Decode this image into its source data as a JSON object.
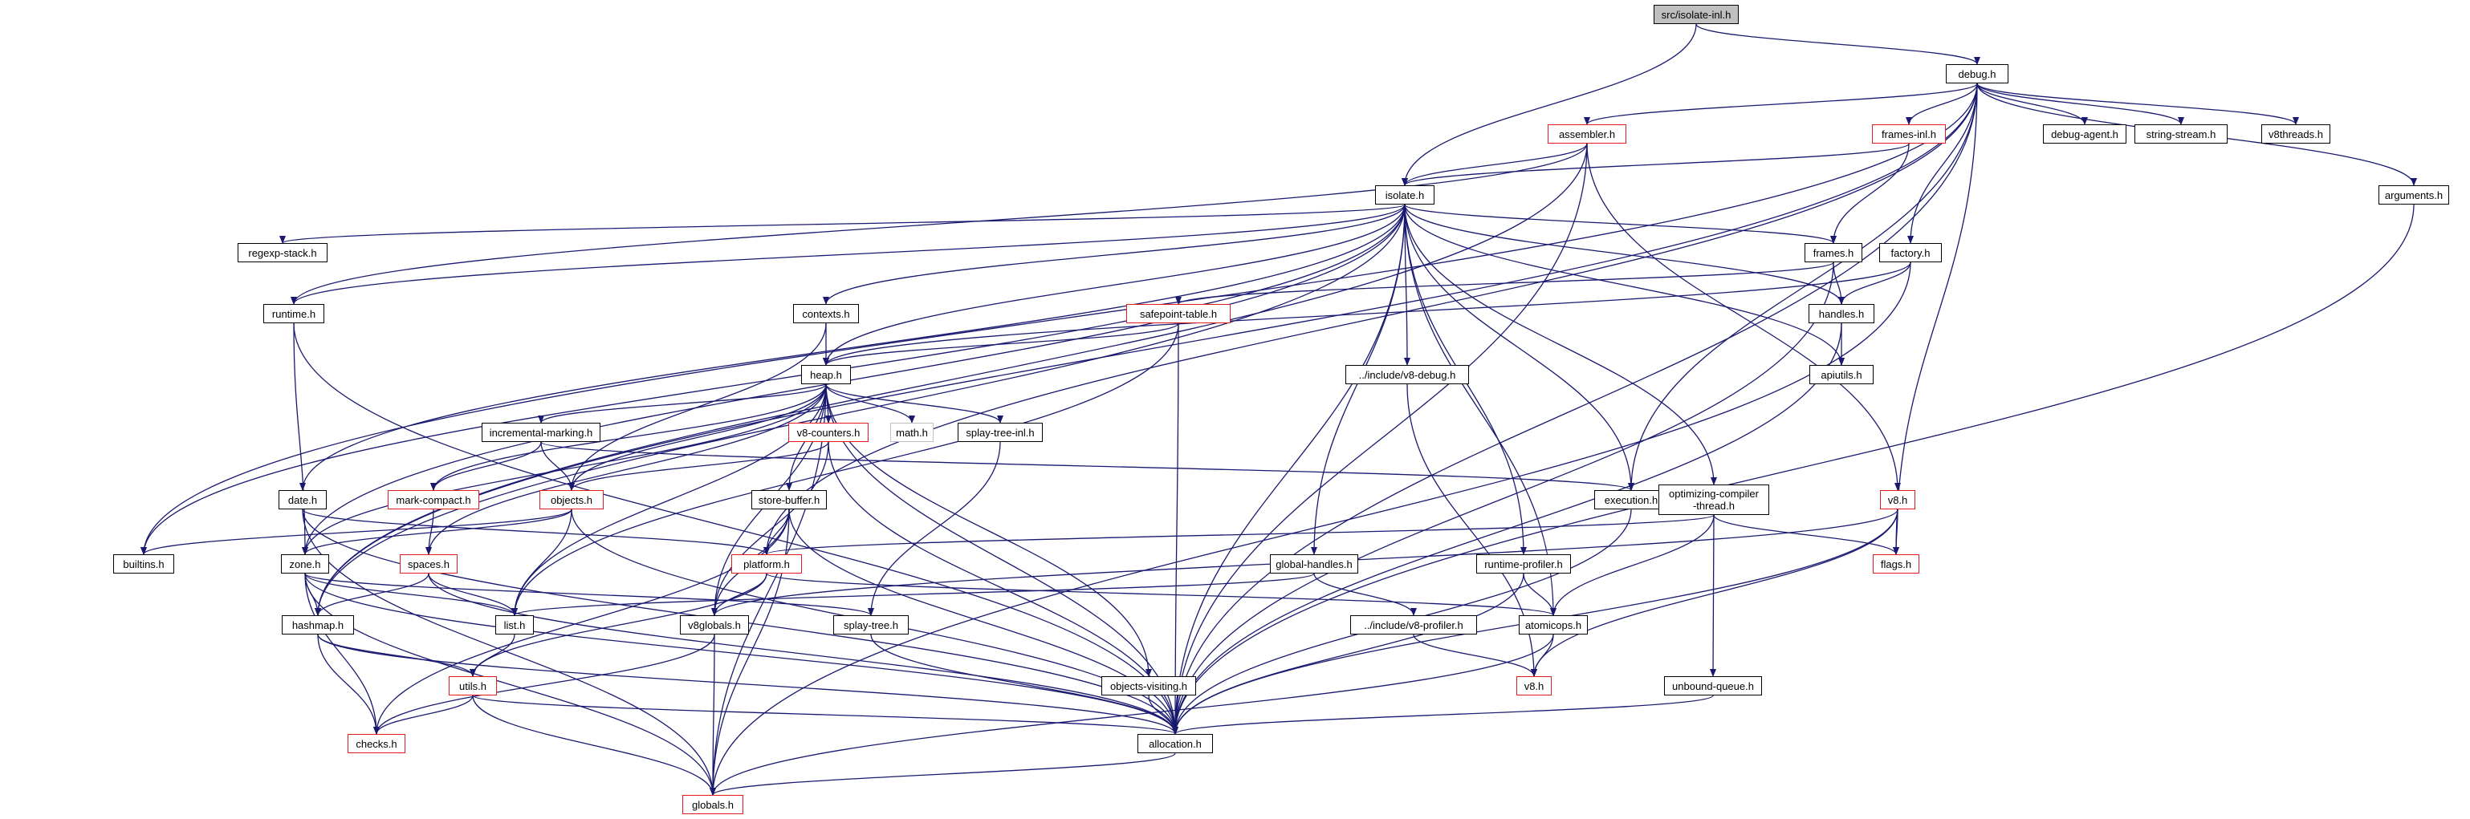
{
  "edge_color": "#191970",
  "nodes": [
    {
      "id": "root",
      "label": "src/isolate-inl.h",
      "style": "root"
    },
    {
      "id": "debug",
      "label": "debug.h",
      "style": "black"
    },
    {
      "id": "assembler",
      "label": "assembler.h",
      "style": "red"
    },
    {
      "id": "frames_inl",
      "label": "frames-inl.h",
      "style": "red"
    },
    {
      "id": "debug_agent",
      "label": "debug-agent.h",
      "style": "black"
    },
    {
      "id": "string_stream",
      "label": "string-stream.h",
      "style": "black"
    },
    {
      "id": "v8threads",
      "label": "v8threads.h",
      "style": "black"
    },
    {
      "id": "arguments",
      "label": "arguments.h",
      "style": "black"
    },
    {
      "id": "isolate",
      "label": "isolate.h",
      "style": "black"
    },
    {
      "id": "regexp_stack",
      "label": "regexp-stack.h",
      "style": "black"
    },
    {
      "id": "frames",
      "label": "frames.h",
      "style": "black"
    },
    {
      "id": "factory",
      "label": "factory.h",
      "style": "black"
    },
    {
      "id": "runtime",
      "label": "runtime.h",
      "style": "black"
    },
    {
      "id": "contexts",
      "label": "contexts.h",
      "style": "black"
    },
    {
      "id": "safepoint",
      "label": "safepoint-table.h",
      "style": "red"
    },
    {
      "id": "handles",
      "label": "handles.h",
      "style": "black"
    },
    {
      "id": "heap",
      "label": "heap.h",
      "style": "black"
    },
    {
      "id": "include_debug",
      "label": "../include/v8-debug.h",
      "style": "black"
    },
    {
      "id": "apiutils",
      "label": "apiutils.h",
      "style": "black"
    },
    {
      "id": "incremental",
      "label": "incremental-marking.h",
      "style": "black"
    },
    {
      "id": "v8counters",
      "label": "v8-counters.h",
      "style": "red"
    },
    {
      "id": "math",
      "label": "math.h",
      "style": "gray"
    },
    {
      "id": "splay_inl",
      "label": "splay-tree-inl.h",
      "style": "black"
    },
    {
      "id": "date",
      "label": "date.h",
      "style": "black"
    },
    {
      "id": "mark_compact",
      "label": "mark-compact.h",
      "style": "red"
    },
    {
      "id": "objects",
      "label": "objects.h",
      "style": "red"
    },
    {
      "id": "store_buffer",
      "label": "store-buffer.h",
      "style": "black"
    },
    {
      "id": "execution",
      "label": "execution.h",
      "style": "black"
    },
    {
      "id": "optimizing",
      "label": "optimizing-compiler\n-thread.h",
      "style": "black"
    },
    {
      "id": "v8",
      "label": "v8.h",
      "style": "red"
    },
    {
      "id": "builtins",
      "label": "builtins.h",
      "style": "black"
    },
    {
      "id": "zone",
      "label": "zone.h",
      "style": "black"
    },
    {
      "id": "spaces",
      "label": "spaces.h",
      "style": "red"
    },
    {
      "id": "platform",
      "label": "platform.h",
      "style": "red"
    },
    {
      "id": "global_handles",
      "label": "global-handles.h",
      "style": "black"
    },
    {
      "id": "runtime_profiler",
      "label": "runtime-profiler.h",
      "style": "black"
    },
    {
      "id": "flags",
      "label": "flags.h",
      "style": "red"
    },
    {
      "id": "hashmap",
      "label": "hashmap.h",
      "style": "black"
    },
    {
      "id": "list",
      "label": "list.h",
      "style": "black"
    },
    {
      "id": "v8globals",
      "label": "v8globals.h",
      "style": "black"
    },
    {
      "id": "splay",
      "label": "splay-tree.h",
      "style": "black"
    },
    {
      "id": "include_profiler",
      "label": "../include/v8-profiler.h",
      "style": "black"
    },
    {
      "id": "atomicops",
      "label": "atomicops.h",
      "style": "black"
    },
    {
      "id": "utils",
      "label": "utils.h",
      "style": "red"
    },
    {
      "id": "v8h",
      "label": "v8.h",
      "style": "red"
    },
    {
      "id": "objects_visiting",
      "label": "objects-visiting.h",
      "style": "black"
    },
    {
      "id": "unbound_queue",
      "label": "unbound-queue.h",
      "style": "black"
    },
    {
      "id": "checks",
      "label": "checks.h",
      "style": "red"
    },
    {
      "id": "allocation",
      "label": "allocation.h",
      "style": "black"
    },
    {
      "id": "globals",
      "label": "globals.h",
      "style": "red"
    }
  ],
  "edges": [
    [
      "root",
      "debug"
    ],
    [
      "root",
      "isolate"
    ],
    [
      "debug",
      "assembler"
    ],
    [
      "debug",
      "frames_inl"
    ],
    [
      "debug",
      "debug_agent"
    ],
    [
      "debug",
      "string_stream"
    ],
    [
      "debug",
      "v8threads"
    ],
    [
      "debug",
      "arguments"
    ],
    [
      "debug",
      "factory"
    ],
    [
      "debug",
      "execution"
    ],
    [
      "debug",
      "flags"
    ],
    [
      "debug",
      "allocation"
    ],
    [
      "debug",
      "hashmap"
    ],
    [
      "debug",
      "platform"
    ],
    [
      "debug",
      "builtins"
    ],
    [
      "assembler",
      "isolate"
    ],
    [
      "assembler",
      "allocation"
    ],
    [
      "assembler",
      "runtime"
    ],
    [
      "assembler",
      "v8"
    ],
    [
      "assembler",
      "hashmap"
    ],
    [
      "frames_inl",
      "isolate"
    ],
    [
      "frames_inl",
      "frames"
    ],
    [
      "arguments",
      "allocation"
    ],
    [
      "isolate",
      "regexp_stack"
    ],
    [
      "isolate",
      "runtime"
    ],
    [
      "isolate",
      "contexts"
    ],
    [
      "isolate",
      "frames"
    ],
    [
      "isolate",
      "handles"
    ],
    [
      "isolate",
      "heap"
    ],
    [
      "isolate",
      "include_debug"
    ],
    [
      "isolate",
      "apiutils"
    ],
    [
      "isolate",
      "execution"
    ],
    [
      "isolate",
      "optimizing"
    ],
    [
      "isolate",
      "global_handles"
    ],
    [
      "isolate",
      "runtime_profiler"
    ],
    [
      "isolate",
      "atomicops"
    ],
    [
      "isolate",
      "allocation"
    ],
    [
      "isolate",
      "date"
    ],
    [
      "isolate",
      "zone"
    ],
    [
      "isolate",
      "builtins"
    ],
    [
      "isolate",
      "hashmap"
    ],
    [
      "frames",
      "handles"
    ],
    [
      "frames",
      "safepoint"
    ],
    [
      "frames",
      "allocation"
    ],
    [
      "factory",
      "handles"
    ],
    [
      "factory",
      "heap"
    ],
    [
      "factory",
      "globals"
    ],
    [
      "runtime",
      "zone"
    ],
    [
      "runtime",
      "allocation"
    ],
    [
      "contexts",
      "heap"
    ],
    [
      "contexts",
      "objects"
    ],
    [
      "safepoint",
      "heap"
    ],
    [
      "safepoint",
      "allocation"
    ],
    [
      "safepoint",
      "list"
    ],
    [
      "handles",
      "apiutils"
    ],
    [
      "handles",
      "allocation"
    ],
    [
      "heap",
      "incremental"
    ],
    [
      "heap",
      "v8counters"
    ],
    [
      "heap",
      "math"
    ],
    [
      "heap",
      "splay_inl"
    ],
    [
      "heap",
      "mark_compact"
    ],
    [
      "heap",
      "objects"
    ],
    [
      "heap",
      "store_buffer"
    ],
    [
      "heap",
      "spaces"
    ],
    [
      "heap",
      "zone"
    ],
    [
      "heap",
      "list"
    ],
    [
      "heap",
      "v8globals"
    ],
    [
      "heap",
      "objects_visiting"
    ],
    [
      "heap",
      "allocation"
    ],
    [
      "heap",
      "globals"
    ],
    [
      "include_debug",
      "v8h"
    ],
    [
      "incremental",
      "execution"
    ],
    [
      "incremental",
      "mark_compact"
    ],
    [
      "incremental",
      "objects"
    ],
    [
      "v8counters",
      "objects"
    ],
    [
      "v8counters",
      "allocation"
    ],
    [
      "v8counters",
      "v8globals"
    ],
    [
      "splay_inl",
      "splay"
    ],
    [
      "date",
      "platform"
    ],
    [
      "date",
      "allocation"
    ],
    [
      "date",
      "globals"
    ],
    [
      "mark_compact",
      "spaces"
    ],
    [
      "objects",
      "builtins"
    ],
    [
      "objects",
      "list"
    ],
    [
      "objects",
      "zone"
    ],
    [
      "objects",
      "allocation"
    ],
    [
      "store_buffer",
      "platform"
    ],
    [
      "store_buffer",
      "v8globals"
    ],
    [
      "store_buffer",
      "allocation"
    ],
    [
      "store_buffer",
      "checks"
    ],
    [
      "store_buffer",
      "globals"
    ],
    [
      "execution",
      "allocation"
    ],
    [
      "optimizing",
      "atomicops"
    ],
    [
      "optimizing",
      "flags"
    ],
    [
      "optimizing",
      "unbound_queue"
    ],
    [
      "optimizing",
      "platform"
    ],
    [
      "v8",
      "flags"
    ],
    [
      "v8",
      "v8h"
    ],
    [
      "v8",
      "allocation"
    ],
    [
      "v8",
      "v8globals"
    ],
    [
      "zone",
      "hashmap"
    ],
    [
      "zone",
      "list"
    ],
    [
      "zone",
      "splay"
    ],
    [
      "zone",
      "checks"
    ],
    [
      "zone",
      "allocation"
    ],
    [
      "zone",
      "globals"
    ],
    [
      "spaces",
      "hashmap"
    ],
    [
      "spaces",
      "list"
    ],
    [
      "spaces",
      "allocation"
    ],
    [
      "platform",
      "utils"
    ],
    [
      "platform",
      "v8globals"
    ],
    [
      "platform",
      "atomicops"
    ],
    [
      "global_handles",
      "include_profiler"
    ],
    [
      "global_handles",
      "list"
    ],
    [
      "runtime_profiler",
      "atomicops"
    ],
    [
      "runtime_profiler",
      "allocation"
    ],
    [
      "hashmap",
      "utils"
    ],
    [
      "hashmap",
      "checks"
    ],
    [
      "hashmap",
      "allocation"
    ],
    [
      "list",
      "utils"
    ],
    [
      "v8globals",
      "globals"
    ],
    [
      "v8globals",
      "checks"
    ],
    [
      "splay",
      "allocation"
    ],
    [
      "include_profiler",
      "v8h"
    ],
    [
      "atomicops",
      "v8h"
    ],
    [
      "atomicops",
      "globals"
    ],
    [
      "utils",
      "checks"
    ],
    [
      "utils",
      "globals"
    ],
    [
      "utils",
      "allocation"
    ],
    [
      "objects_visiting",
      "allocation"
    ],
    [
      "unbound_queue",
      "allocation"
    ],
    [
      "allocation",
      "globals"
    ]
  ]
}
